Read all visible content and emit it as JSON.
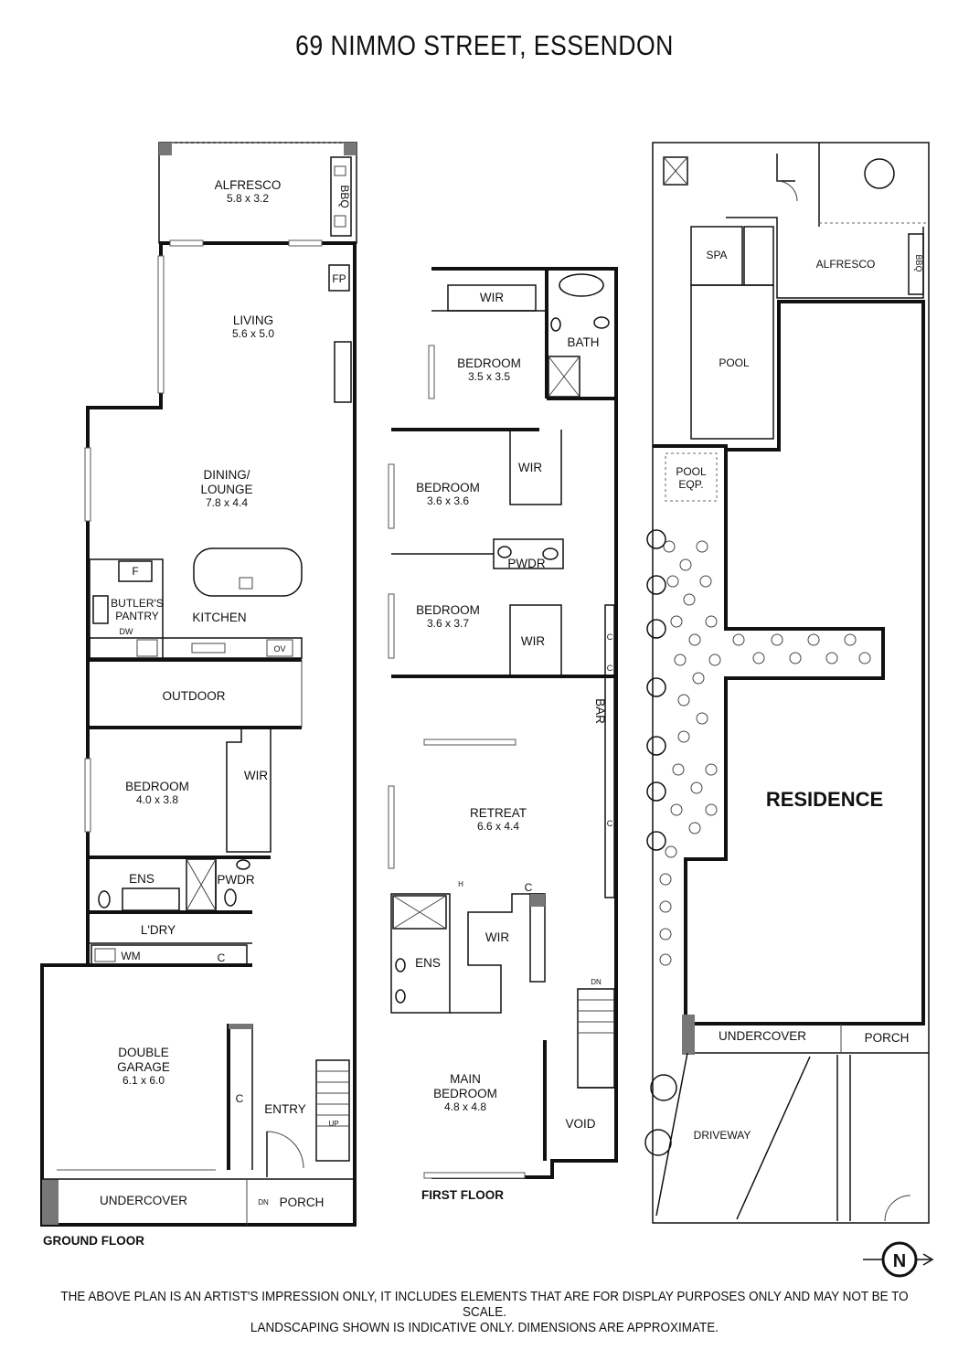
{
  "title": "69 NIMMO STREET, ESSENDON",
  "floors": {
    "ground": "GROUND FLOOR",
    "first": "FIRST FLOOR"
  },
  "ground_floor": {
    "alfresco": {
      "name": "ALFRESCO",
      "size": "5.8 x 3.2"
    },
    "bbq": "BBQ",
    "fp": "FP",
    "living": {
      "name": "LIVING",
      "size": "5.6 x 5.0"
    },
    "dining": {
      "name_line1": "DINING/",
      "name_line2": "LOUNGE",
      "size": "7.8 x 4.4"
    },
    "butlers_pantry_line1": "BUTLER'S",
    "butlers_pantry_line2": "PANTRY",
    "fridge": "F",
    "dw": "DW",
    "kitchen": "KITCHEN",
    "ov": "OV",
    "outdoor": "OUTDOOR",
    "bedroom": {
      "name": "BEDROOM",
      "size": "4.0 x 3.8"
    },
    "wir": "WIR",
    "ens": "ENS",
    "pwdr": "PWDR",
    "laundry": "L'DRY",
    "wm": "WM",
    "cupboard": "C",
    "garage": {
      "name_line1": "DOUBLE",
      "name_line2": "GARAGE",
      "size": "6.1 x 6.0"
    },
    "garage_cupboard": "C",
    "entry": "ENTRY",
    "up": "UP",
    "undercover": "UNDERCOVER",
    "dn": "DN",
    "porch": "PORCH"
  },
  "first_floor": {
    "wir_top": "WIR",
    "bath": "BATH",
    "bedroom1": {
      "name": "BEDROOM",
      "size": "3.5 x 3.5"
    },
    "bedroom2": {
      "name": "BEDROOM",
      "size": "3.6 x 3.6"
    },
    "wir2": "WIR",
    "pwdr": "PWDR",
    "bedroom3": {
      "name": "BEDROOM",
      "size": "3.6 x 3.7"
    },
    "wir3": "WIR",
    "c1": "C",
    "c2": "C",
    "bar": "BAR",
    "retreat": {
      "name": "RETREAT",
      "size": "6.6 x 4.4"
    },
    "c3": "C",
    "c4": "C",
    "h": "H",
    "ens": "ENS",
    "wir_main": "WIR",
    "dn": "DN",
    "main_bedroom": {
      "name_line1": "MAIN",
      "name_line2": "BEDROOM",
      "size": "4.8 x 4.8"
    },
    "void": "VOID"
  },
  "site": {
    "spa": "SPA",
    "pool": "POOL",
    "alfresco": "ALFRESCO",
    "bbq": "BBQ",
    "pool_eqp_line1": "POOL",
    "pool_eqp_line2": "EQP.",
    "residence": "RESIDENCE",
    "undercover": "UNDERCOVER",
    "porch": "PORCH",
    "driveway": "DRIVEWAY"
  },
  "north": "N",
  "disclaimer": {
    "line1": "THE ABOVE PLAN IS AN ARTIST'S IMPRESSION ONLY, IT INCLUDES ELEMENTS THAT ARE FOR DISPLAY PURPOSES ONLY AND MAY NOT BE TO SCALE.",
    "line2": "LANDSCAPING SHOWN IS INDICATIVE ONLY. DIMENSIONS ARE APPROXIMATE."
  },
  "colors": {
    "wall": "#111111",
    "hatch": "#777777",
    "background": "#ffffff"
  }
}
